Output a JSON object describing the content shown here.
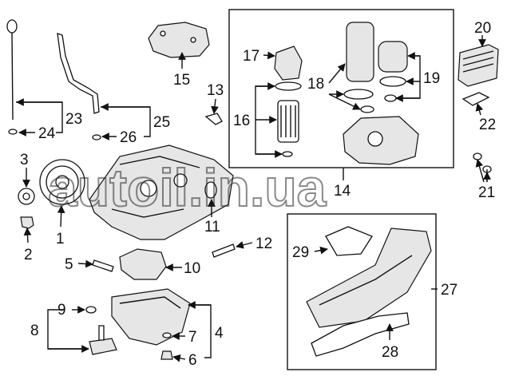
{
  "diagram": {
    "callouts": [
      "1",
      "2",
      "3",
      "4",
      "5",
      "6",
      "7",
      "8",
      "9",
      "10",
      "11",
      "12",
      "13",
      "14",
      "15",
      "16",
      "17",
      "18",
      "19",
      "20",
      "21",
      "22",
      "23",
      "24",
      "25",
      "26",
      "27",
      "28",
      "29"
    ],
    "watermark": "autoil.in.ua"
  }
}
